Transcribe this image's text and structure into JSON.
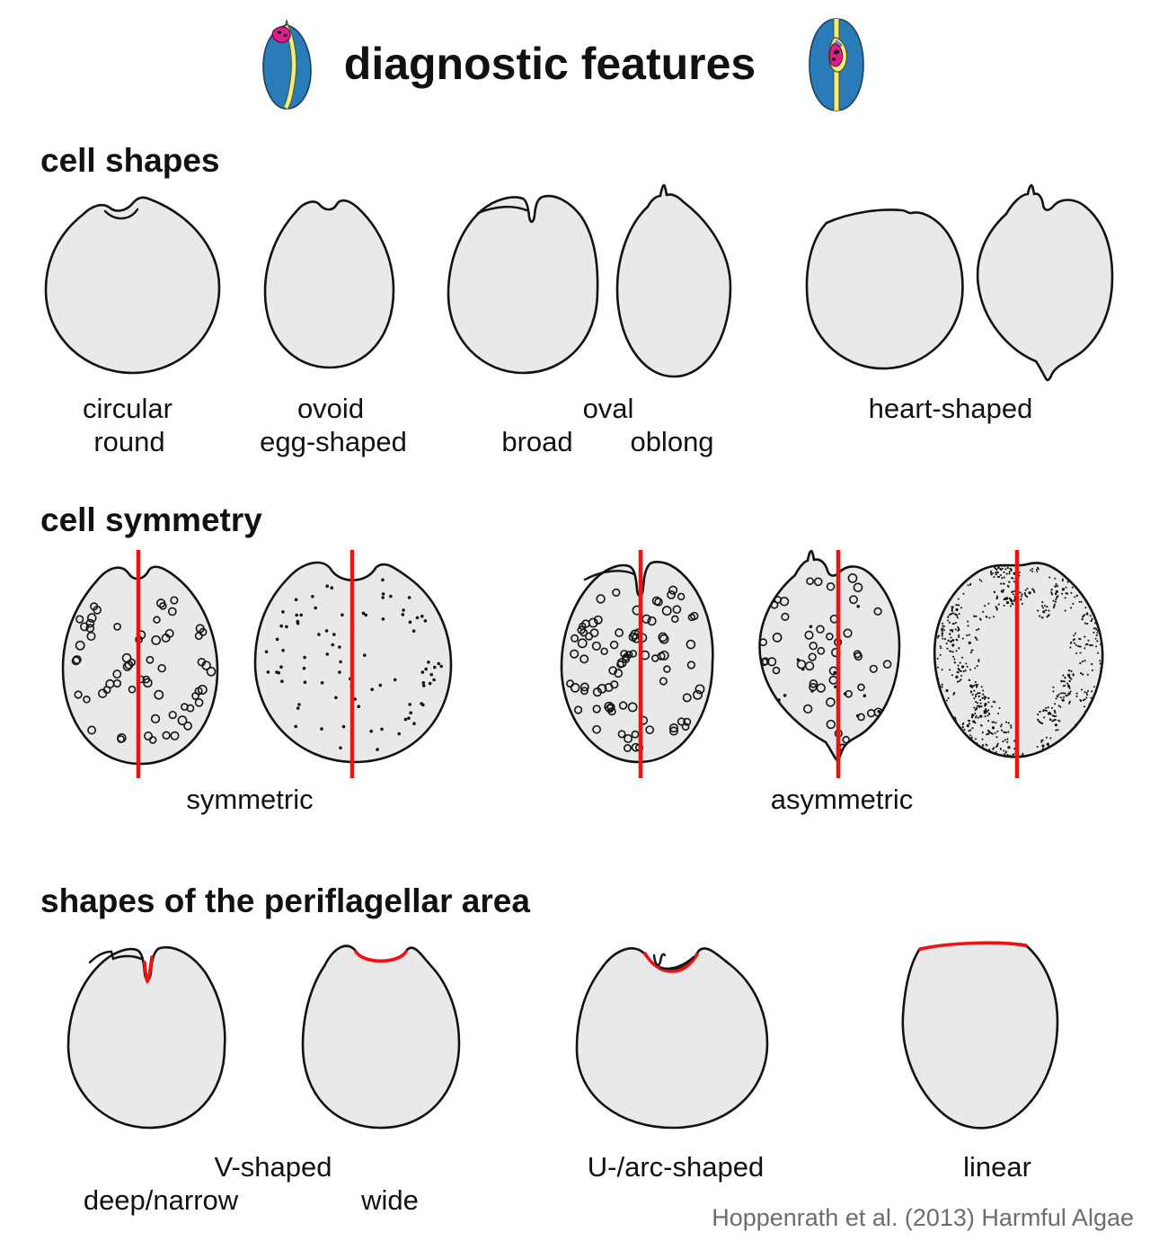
{
  "title": "diagnostic features",
  "sections": {
    "cell_shapes": {
      "heading": "cell shapes",
      "labels": {
        "circular": "circular",
        "round": "round",
        "ovoid": "ovoid",
        "egg_shaped": "egg-shaped",
        "oval": "oval",
        "broad": "broad",
        "oblong": "oblong",
        "heart_shaped": "heart-shaped"
      }
    },
    "cell_symmetry": {
      "heading": "cell symmetry",
      "labels": {
        "symmetric": "symmetric",
        "asymmetric": "asymmetric"
      }
    },
    "periflagellar": {
      "heading": "shapes of the periflagellar area",
      "labels": {
        "v_shaped": "V-shaped",
        "deep_narrow": "deep/narrow",
        "wide": "wide",
        "u_arc_shaped": "U-/arc-shaped",
        "linear": "linear"
      }
    }
  },
  "citation": "Hoppenrath et al. (2013) Harmful Algae",
  "colors": {
    "accent_red": "#f50f10",
    "cell_fill": "#e9e9e9",
    "cell_outline": "#121212",
    "text": "#111111",
    "citation_gray": "#6d6d6d",
    "background": "#ffffff",
    "icon_blue": "#2a7cb8",
    "icon_yellow": "#efed7f",
    "icon_magenta": "#dd1f8d",
    "icon_pale_blue": "#a8dcea"
  }
}
